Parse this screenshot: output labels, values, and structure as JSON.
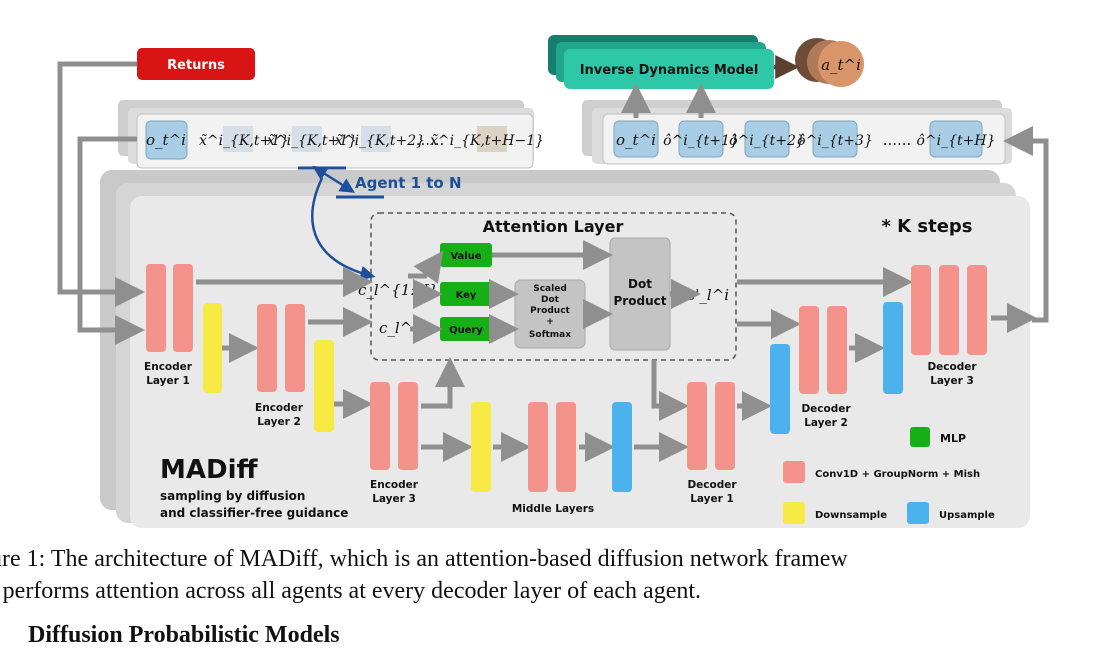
{
  "nodes": {
    "returns": "Returns",
    "inverse_dynamics": "Inverse Dynamics Model",
    "action": "a_t^i",
    "agent_link": "Agent 1 to N",
    "attention_layer": "Attention Layer",
    "k_steps": "* K steps",
    "value": "Value",
    "key": "Key",
    "query": "Query",
    "scaled_dot": [
      "Scaled",
      "Dot",
      "Product",
      "+",
      "Softmax"
    ],
    "dot_product": [
      "Dot",
      "Product"
    ],
    "c_all": "c_l^{1:N}",
    "c_i": "c_l^i",
    "c_prime": "c'_l^i",
    "encoder1": [
      "Encoder",
      "Layer 1"
    ],
    "encoder2": [
      "Encoder",
      "Layer 2"
    ],
    "encoder3": [
      "Encoder",
      "Layer 3"
    ],
    "middle": "Middle Layers",
    "decoder1": [
      "Decoder",
      "Layer 1"
    ],
    "decoder2": [
      "Decoder",
      "Layer 2"
    ],
    "decoder3": [
      "Decoder",
      "Layer 3"
    ],
    "madiff": "MADiff",
    "madiff_sub": [
      "sampling by diffusion",
      "and classifier-free guidance"
    ]
  },
  "history_sequence": [
    "o_t^i",
    "x̃^i_{K,t+1}",
    "x̃^i_{K,t+1}",
    "x̃^i_{K,t+2}",
    "......",
    "x̃^i_{K,t+H−1}"
  ],
  "output_sequence": [
    "o_t^i",
    "ô^i_{t+1}",
    "ô^i_{t+2}",
    "ô^i_{t+3}",
    "......",
    "ô^i_{t+H}"
  ],
  "legend": {
    "mlp": "MLP",
    "conv": "Conv1D + GroupNorm + Mish",
    "downsample": "Downsample",
    "upsample": "Upsample"
  },
  "colors": {
    "returns": "#d81414",
    "inverse": "#2ec7a8",
    "action": "#d9956a",
    "green": "#16b016",
    "conv": "#f4938c",
    "down": "#f7ea45",
    "up": "#4bb2ee",
    "token": "#a9cde4",
    "panel": "#e9e9e9",
    "arrow": "#8f8f8f",
    "agent": "#1d4f9a"
  },
  "caption": {
    "line1": "ure 1: The architecture of MADiff, which is an attention-based diffusion network framew",
    "line2": "t performs attention across all agents at every decoder layer of each agent."
  },
  "section_heading": "Diffusion Probabilistic Models"
}
